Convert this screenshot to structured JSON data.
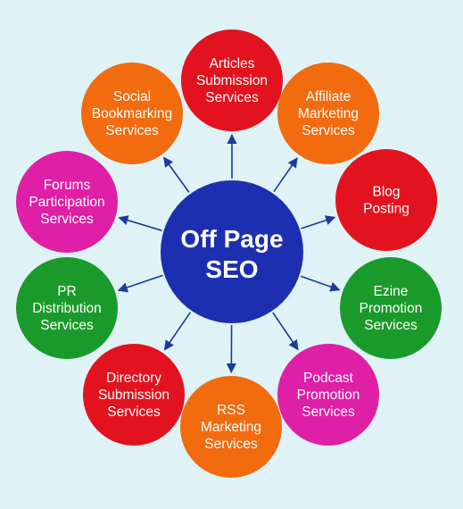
{
  "center": {
    "lines": [
      "Off Page",
      "SEO"
    ],
    "color": "#1c2fb0"
  },
  "arrow_color": "#1a3a9c",
  "nodes": [
    {
      "id": "articles-submission-services",
      "lines": [
        "Articles",
        "Submission",
        "Services"
      ],
      "color": "#e3121f"
    },
    {
      "id": "affiliate-marketing-services",
      "lines": [
        "Affiliate",
        "Marketing",
        "Services"
      ],
      "color": "#f26b0f"
    },
    {
      "id": "blog-posting",
      "lines": [
        "Blog",
        "Posting"
      ],
      "color": "#e3121f"
    },
    {
      "id": "ezine-promotion-services",
      "lines": [
        "Ezine",
        "Promotion",
        "Services"
      ],
      "color": "#1a9a2a"
    },
    {
      "id": "podcast-promotion-services",
      "lines": [
        "Podcast",
        "Promotion",
        "Services"
      ],
      "color": "#df1fa6"
    },
    {
      "id": "rss-marketing-services",
      "lines": [
        "RSS",
        "Marketing",
        "Services"
      ],
      "color": "#f26b0f"
    },
    {
      "id": "directory-submission-services",
      "lines": [
        "Directory",
        "Submission",
        "Services"
      ],
      "color": "#e3121f"
    },
    {
      "id": "pr-distribution-services",
      "lines": [
        "PR",
        "Distribution",
        "Services"
      ],
      "color": "#1a9a2a"
    },
    {
      "id": "forums-participation-services",
      "lines": [
        "Forums",
        "Participation",
        "Services"
      ],
      "color": "#df1fa6"
    },
    {
      "id": "social-bookmarking-services",
      "lines": [
        "Social",
        "Bookmarking",
        "Services"
      ],
      "color": "#f26b0f"
    }
  ]
}
